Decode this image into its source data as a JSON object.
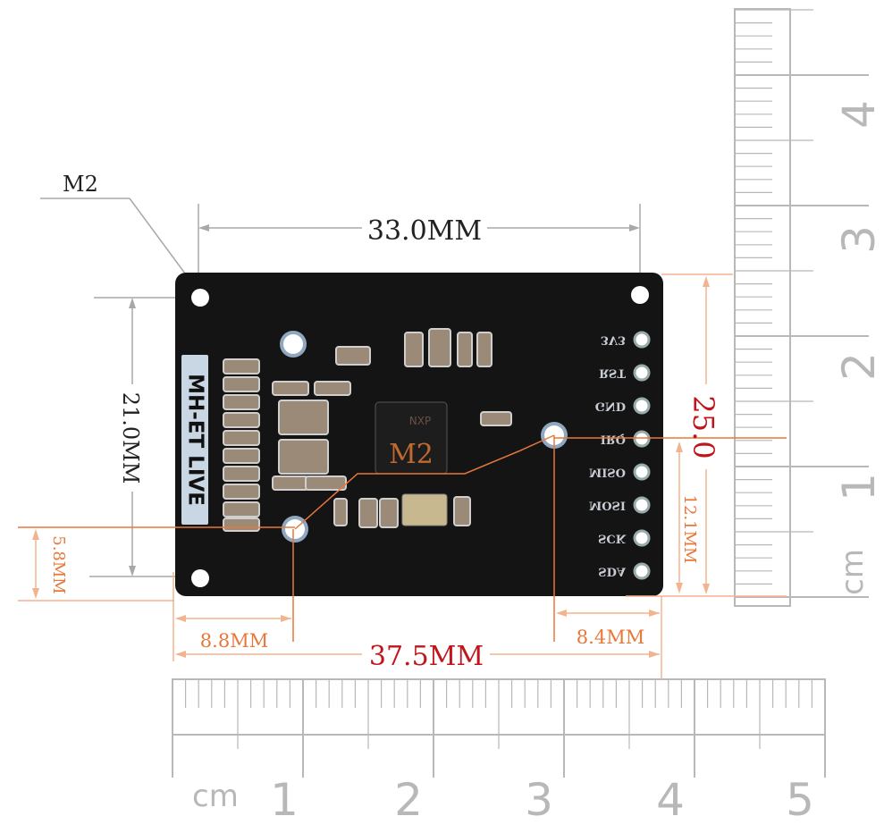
{
  "colors": {
    "board": "#141414",
    "dimension_gray": "#a8a8a8",
    "dimension_orange": "#e8773a",
    "dimension_light_orange": "#f2b48e",
    "accent_red": "#c0161b",
    "ruler": "#b8b8b8"
  },
  "board": {
    "brand_label": "MH-ET LIVE",
    "chip_marking": "NXP",
    "chip_overlay_label": "M2",
    "pins": [
      "3V3",
      "RST",
      "GND",
      "IRQ",
      "MISO",
      "MOSI",
      "SCK",
      "SDA"
    ]
  },
  "dimensions": {
    "hole_label": "M2",
    "hole_spacing_x": "33.0MM",
    "hole_spacing_y": "21.0MM",
    "hole_offset_y": "5.8MM",
    "hole_offset_x_left": "8.8MM",
    "board_width": "37.5MM",
    "hole_offset_x_right": "8.4MM",
    "board_height": "25.0",
    "hole_height_right": "12.1MM"
  },
  "rulers": {
    "horizontal": {
      "unit": "cm",
      "labels": [
        "1",
        "2",
        "3",
        "4",
        "5"
      ]
    },
    "vertical": {
      "unit": "cm",
      "labels": [
        "1",
        "2",
        "3",
        "4"
      ]
    }
  }
}
